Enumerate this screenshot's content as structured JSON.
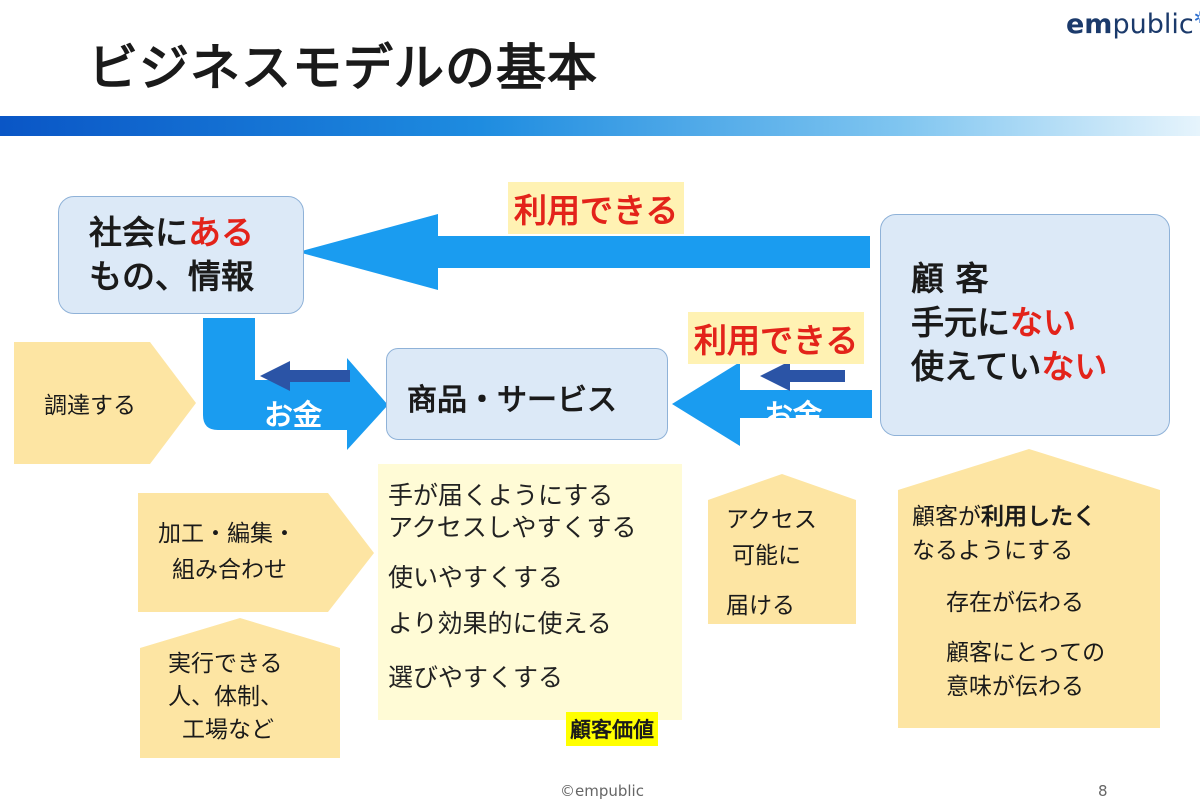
{
  "header": {
    "title": "ビジネスモデルの基本",
    "logo_main": "em",
    "logo_rest": "public"
  },
  "society_box": {
    "line1_a": "社会に",
    "line1_b": "ある",
    "line2": "もの、情報"
  },
  "customer_box": {
    "line1": "顧 客",
    "line2_a": "手元に",
    "line2_b": "ない",
    "line3_a": "使えてい",
    "line3_b": "ない"
  },
  "product_box": "商品・サービス",
  "labels": {
    "use_top": "利用できる",
    "use_right": "利用できる",
    "money_left": "お金",
    "money_right": "お金"
  },
  "procure": "調達する",
  "process": {
    "line1": "加工・編集・",
    "line2": "組み合わせ"
  },
  "execute": {
    "line1": "実行できる",
    "line2": "人、体制、",
    "line3": "工場など"
  },
  "value": {
    "items": [
      "手が届くようにする",
      "アクセスしやすくする",
      "使いやすくする",
      "より効果的に使える",
      "選びやすくする"
    ],
    "tag": "顧客価値"
  },
  "access": {
    "line1": "アクセス",
    "line2": "可能に",
    "line3": "届ける"
  },
  "customer_wants": {
    "line1_a": "顧客が",
    "line1_b": "利用したく",
    "line2": "なるようにする",
    "line3": "存在が伝わる",
    "line4": "顧客にとっての",
    "line5": "意味が伝わる"
  },
  "footer": {
    "copyright": "©empublic",
    "page": "8"
  },
  "colors": {
    "arrow_blue": "#1a9cf0",
    "note": "#fde5a3",
    "accent_red": "#e3231a",
    "box_blue": "#dce9f7"
  }
}
